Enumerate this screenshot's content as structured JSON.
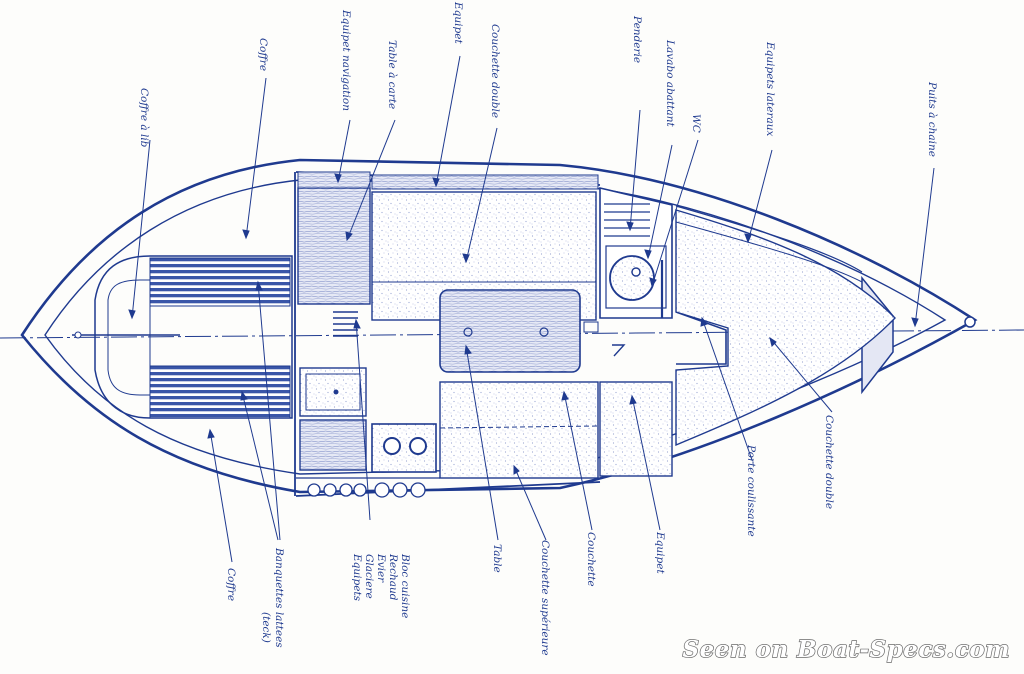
{
  "watermark": "Seen on Boat-Specs.com",
  "colors": {
    "ink": "#1f3a8f",
    "paper": "#fdfdfb",
    "wood": "#d6dbef",
    "speckle": "#eceff8"
  },
  "top_labels": [
    {
      "key": "coffre_a_lib",
      "text": "Coffre à lib"
    },
    {
      "key": "coffre_top",
      "text": "Coffre"
    },
    {
      "key": "equipet_navigation",
      "text": "Equipet navigation"
    },
    {
      "key": "table_a_carte",
      "text": "Table à carte"
    },
    {
      "key": "equipet_top",
      "text": "Equipet"
    },
    {
      "key": "couchette_double_top",
      "text": "Couchette double"
    },
    {
      "key": "penderie",
      "text": "Penderie"
    },
    {
      "key": "lavabo_abattant",
      "text": "Lavabo abattant"
    },
    {
      "key": "wc",
      "text": "WC"
    },
    {
      "key": "equipets_lateraux",
      "text": "Equipets lateraux"
    },
    {
      "key": "puits_a_chaine",
      "text": "Puits à chaine"
    }
  ],
  "bottom_labels": [
    {
      "key": "coffre_bottom",
      "text": "Coffre"
    },
    {
      "key": "banquettes_1",
      "text": "Banquettes lattees"
    },
    {
      "key": "banquettes_2",
      "text": "(teck)"
    },
    {
      "key": "galley_1",
      "text": "Bloc cuisine"
    },
    {
      "key": "galley_2",
      "text": "Rechaud"
    },
    {
      "key": "galley_3",
      "text": "Evier"
    },
    {
      "key": "galley_4",
      "text": "Glaciere"
    },
    {
      "key": "galley_5",
      "text": "Equipets"
    },
    {
      "key": "table_bottom",
      "text": "Table"
    },
    {
      "key": "couchette_superieure",
      "text": "Couchette supérieure"
    },
    {
      "key": "couchette_bottom",
      "text": "Couchette"
    },
    {
      "key": "equipet_bottom",
      "text": "Equipet"
    },
    {
      "key": "porte_coulissante",
      "text": "Porte coulissante"
    },
    {
      "key": "couchette_double_bottom",
      "text": "Couchette double"
    }
  ]
}
